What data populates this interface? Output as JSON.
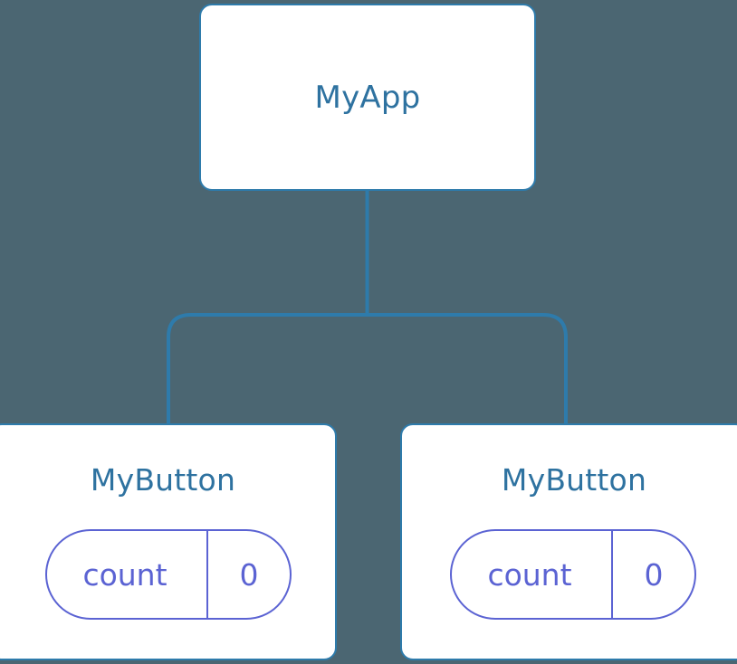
{
  "diagram": {
    "type": "component-tree",
    "background_color": "#4b6672",
    "edge_color": "#2e7bab",
    "node_border_color": "#2e7bab",
    "node_title_color": "#2e72a0",
    "badge_color": "#5b63d3",
    "nodes": [
      {
        "id": "root",
        "title": "MyApp",
        "role": "root-component"
      },
      {
        "id": "child-1",
        "title": "MyButton",
        "role": "child-component",
        "state": {
          "key": "count",
          "value": "0"
        }
      },
      {
        "id": "child-2",
        "title": "MyButton",
        "role": "child-component",
        "state": {
          "key": "count",
          "value": "0"
        }
      }
    ],
    "edges": [
      {
        "from": "root",
        "to": "child-1"
      },
      {
        "from": "root",
        "to": "child-2"
      }
    ]
  }
}
